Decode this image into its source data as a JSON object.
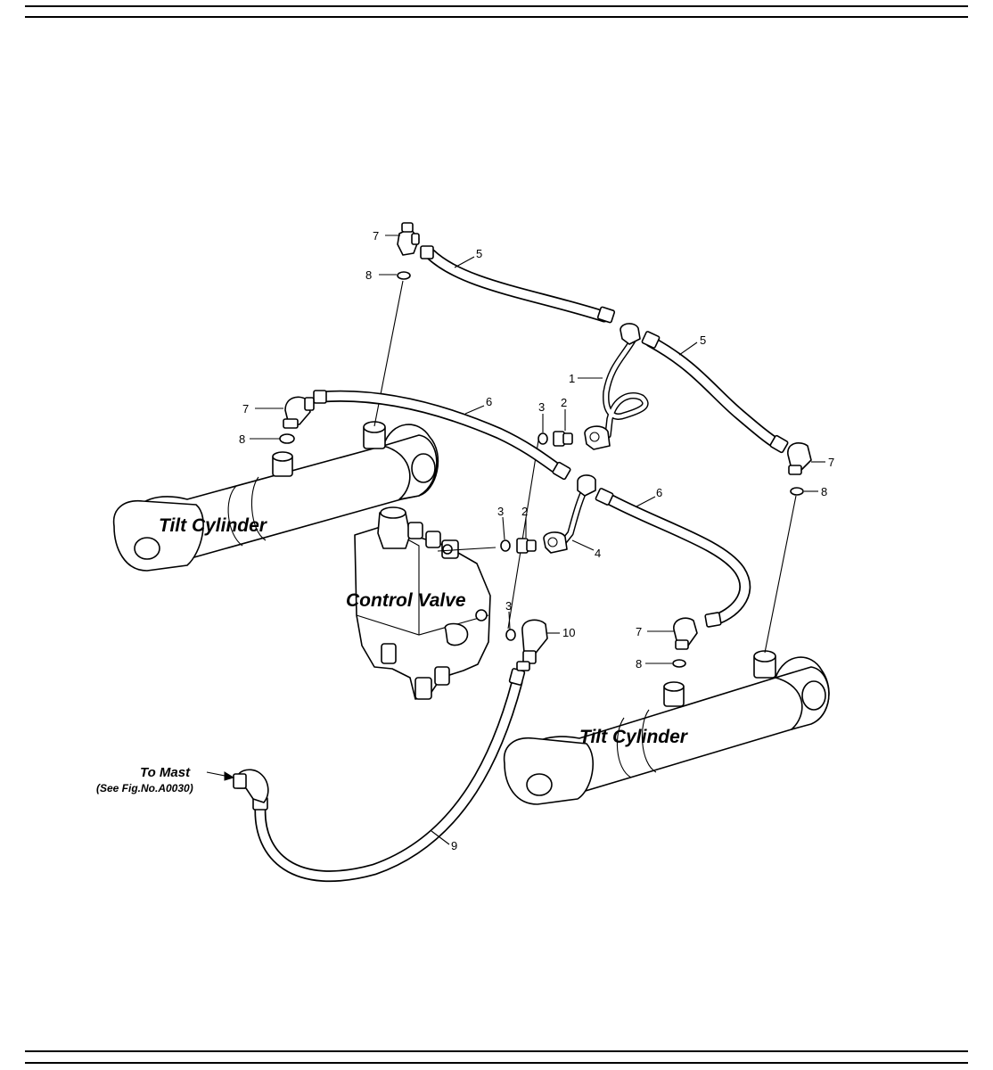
{
  "labels": {
    "tilt_cylinder_left": "Tilt Cylinder",
    "tilt_cylinder_right": "Tilt Cylinder",
    "control_valve": "Control Valve",
    "to_mast": "To Mast",
    "see_fig": "(See Fig.No.A0030)"
  },
  "callouts": {
    "p7a": "7",
    "p8a": "8",
    "p5a": "5",
    "p5b": "5",
    "p1": "1",
    "p3a": "3",
    "p2a": "2",
    "p6a": "6",
    "p7b": "7",
    "p8b": "8",
    "p7c": "7",
    "p8c": "8",
    "p3b": "3",
    "p2b": "2",
    "p6b": "6",
    "p4": "4",
    "p3c": "3",
    "p10": "10",
    "p7d": "7",
    "p8d": "8",
    "p9": "9"
  }
}
